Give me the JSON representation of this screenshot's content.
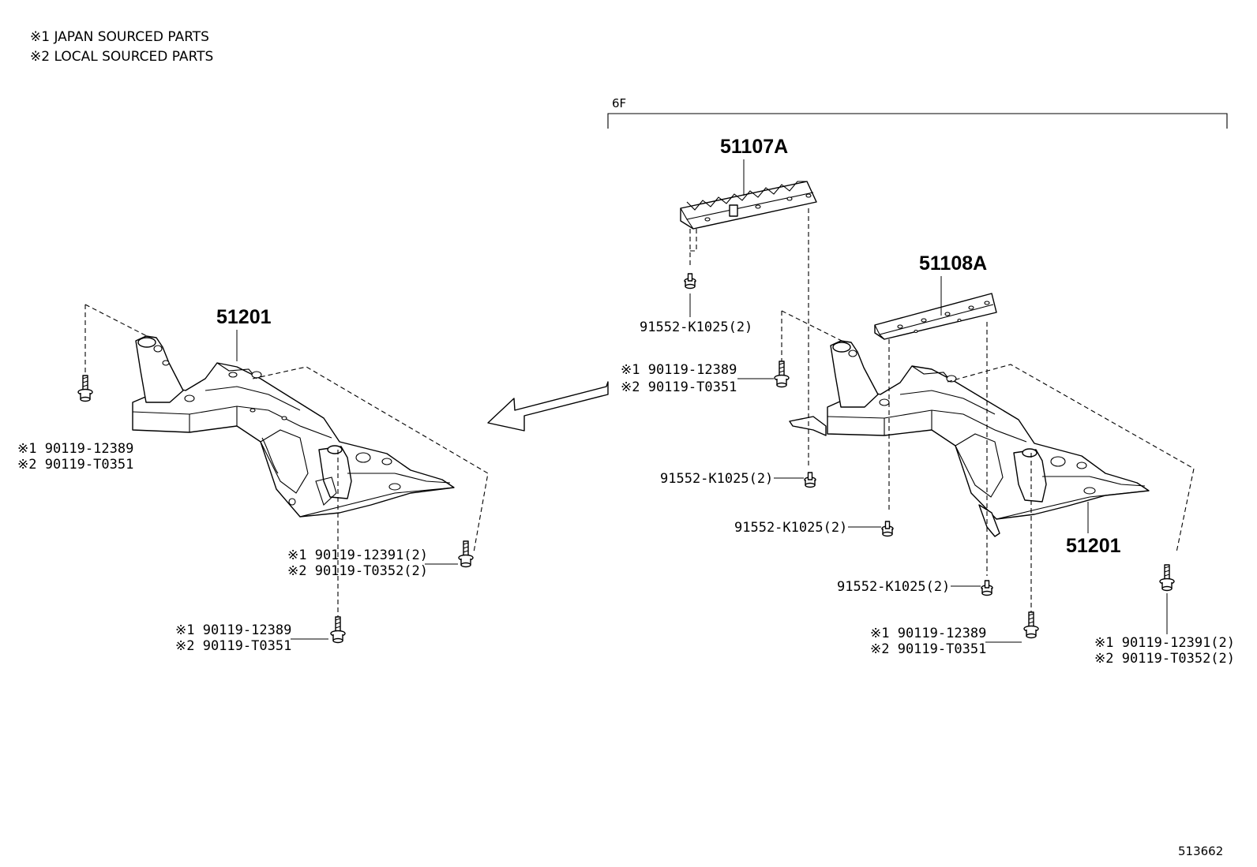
{
  "legend": {
    "note1": "※1 JAPAN SOURCED PARTS",
    "note2": "※2 LOCAL SOURCED PARTS"
  },
  "group_label": "6F",
  "diagram_id": "513662",
  "left_assembly": {
    "crossmember": "51201",
    "bolt_rear_top": {
      "j": "※1 90119-12389",
      "l": "※2 90119-T0351"
    },
    "bolt_front_side": {
      "j": "※1 90119-12391(2)",
      "l": "※2 90119-T0352(2)"
    },
    "bolt_front_bottom": {
      "j": "※1 90119-12389",
      "l": "※2 90119-T0351"
    }
  },
  "right_assembly": {
    "brace_upper": "51107A",
    "brace_lower": "51108A",
    "crossmember": "51201",
    "nut_a": "91552-K1025(2)",
    "nut_b": "91552-K1025(2)",
    "nut_c": "91552-K1025(2)",
    "nut_d": "91552-K1025(2)",
    "bolt_rear_top": {
      "j": "※1 90119-12389",
      "l": "※2 90119-T0351"
    },
    "bolt_front_bottom": {
      "j": "※1 90119-12389",
      "l": "※2 90119-T0351"
    },
    "bolt_front_side": {
      "j": "※1 90119-12391(2)",
      "l": "※2 90119-T0352(2)"
    }
  }
}
